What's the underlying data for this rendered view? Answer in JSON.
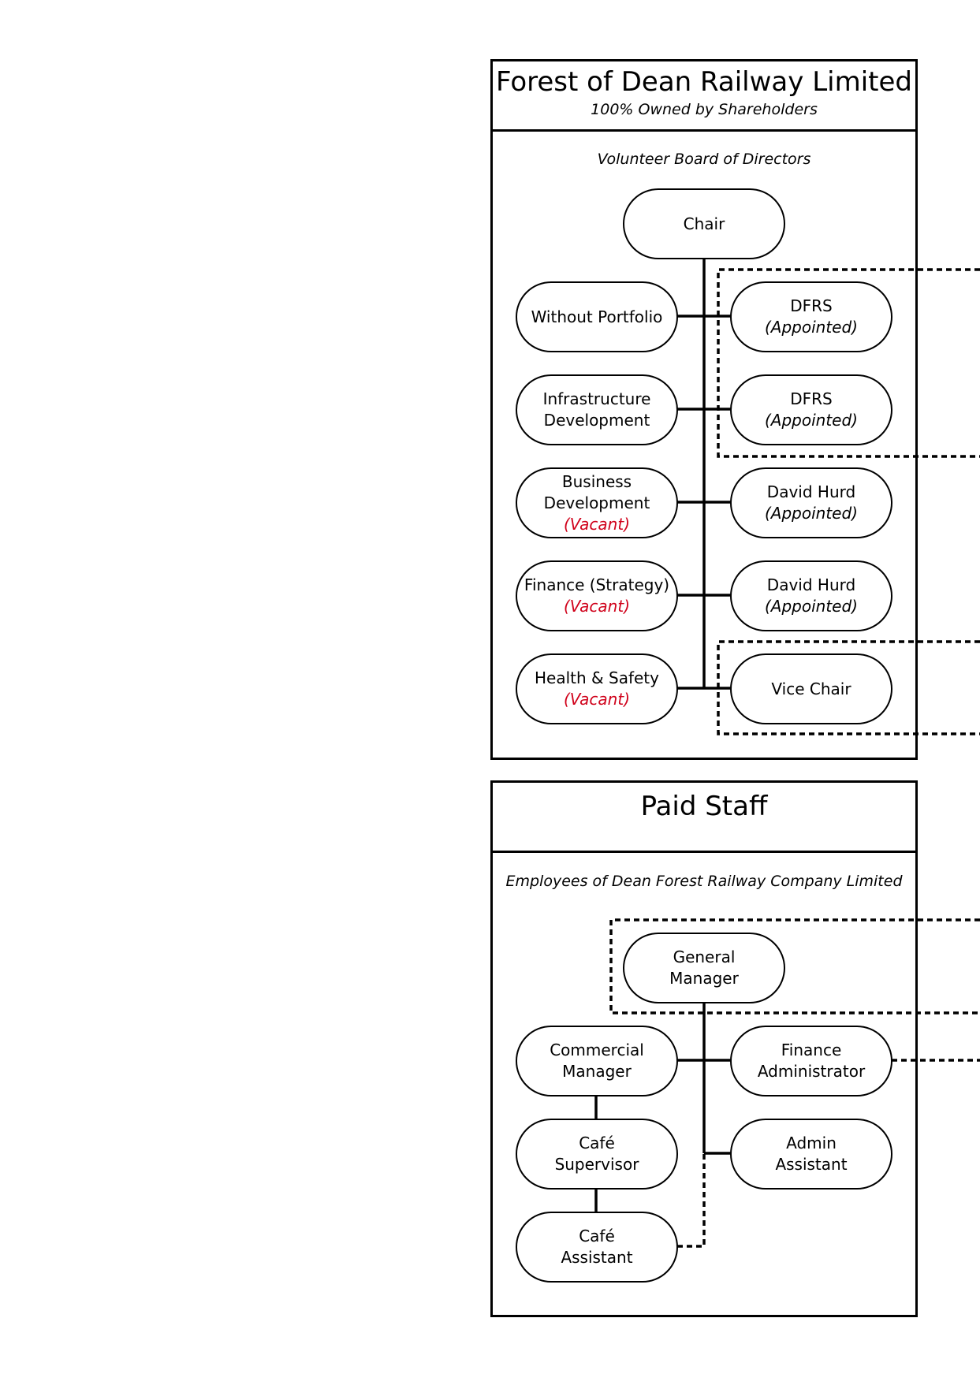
{
  "company": {
    "title": "Forest of Dean Railway Limited",
    "subtitle": "100% Owned by Shareholders",
    "board_label": "Volunteer Board of Directors",
    "nodes": {
      "chair": {
        "line1": "Chair",
        "line2": "",
        "note": ""
      },
      "without_portfolio": {
        "line1": "Without Portfolio",
        "line2": "",
        "note": ""
      },
      "infrastructure": {
        "line1": "Infrastructure",
        "line2": "Development",
        "note": ""
      },
      "business": {
        "line1": "Business",
        "line2": "Development",
        "note": "(Vacant)"
      },
      "finance_strategy": {
        "line1": "Finance (Strategy)",
        "line2": "",
        "note": "(Vacant)"
      },
      "health_safety": {
        "line1": "Health & Safety",
        "line2": "",
        "note": "(Vacant)"
      },
      "dfrs_1": {
        "line1": "DFRS",
        "line2": "",
        "note": "(Appointed)"
      },
      "dfrs_2": {
        "line1": "DFRS",
        "line2": "",
        "note": "(Appointed)"
      },
      "david_hurd_1": {
        "line1": "David Hurd",
        "line2": "",
        "note": "(Appointed)"
      },
      "david_hurd_2": {
        "line1": "David Hurd",
        "line2": "",
        "note": "(Appointed)"
      },
      "vice_chair": {
        "line1": "Vice Chair",
        "line2": "",
        "note": ""
      }
    }
  },
  "staff": {
    "title": "Paid Staff",
    "employer_label": "Employees of Dean Forest Railway Company Limited",
    "nodes": {
      "general_manager": {
        "line1": "General",
        "line2": "Manager"
      },
      "commercial_manager": {
        "line1": "Commercial",
        "line2": "Manager"
      },
      "finance_admin": {
        "line1": "Finance",
        "line2": "Administrator"
      },
      "cafe_supervisor": {
        "line1": "Café",
        "line2": "Supervisor"
      },
      "admin_assistant": {
        "line1": "Admin",
        "line2": "Assistant"
      },
      "cafe_assistant": {
        "line1": "Café",
        "line2": "Assistant"
      }
    }
  },
  "colors": {
    "line": "#000000",
    "vacant": "#d0021b",
    "background": "#ffffff"
  }
}
